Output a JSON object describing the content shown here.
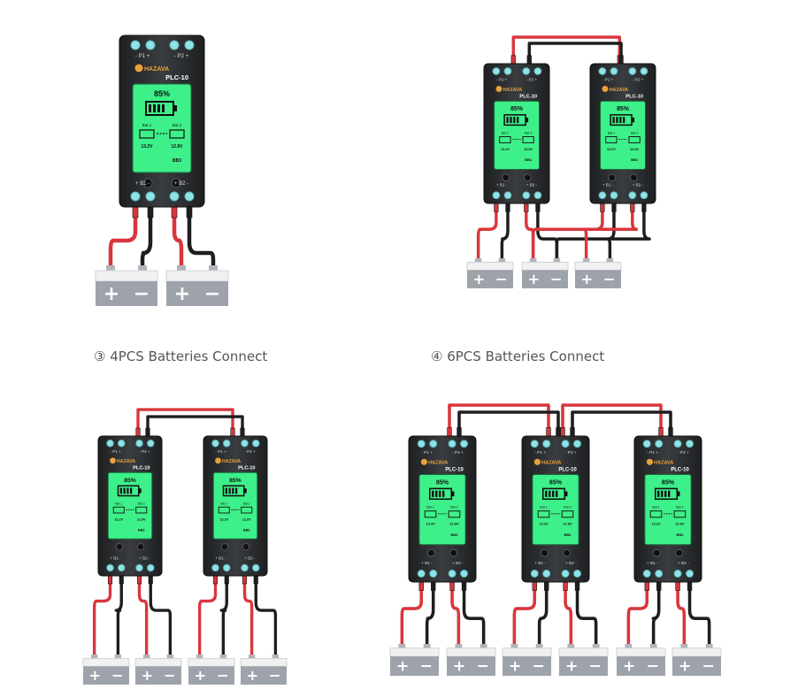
{
  "device": {
    "brand": "HAZAVA",
    "model": "PLC-10",
    "battery_percent": "85%",
    "port_top_left": "- P1 +",
    "port_top_right": "- P2 +",
    "port_bottom_left": "+ B1 -",
    "port_bottom_right": "+ B2 -",
    "bat1_label": "Bat 1",
    "bat2_label": "Bat 2",
    "bat1_voltage": "13.2V",
    "bat2_voltage": "12.8V",
    "code": "BB3"
  },
  "battery": {
    "plus": "+",
    "minus": "−"
  },
  "captions": {
    "four_batteries": "③  4PCS Batteries Connect",
    "six_batteries": "④  6PCS Batteries Connect"
  },
  "colors": {
    "device_body": "#2b2d2f",
    "screen": "#3ef08a",
    "terminal": "#8fe3e6",
    "red_wire": "#d9363c",
    "black_wire": "#1e1e1e",
    "battery_top": "#f1f1f1",
    "battery_body": "#9ea3ab"
  }
}
